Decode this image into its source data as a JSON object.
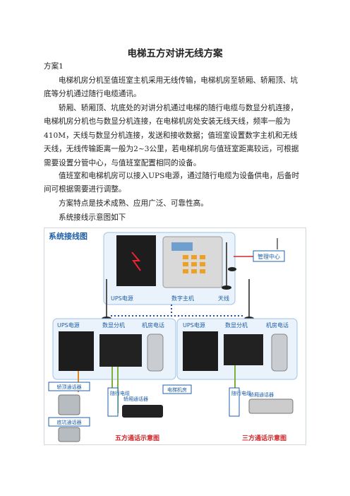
{
  "doc": {
    "title": "电梯五方对讲无线方案",
    "scheme_label": "方案1",
    "p1": "电梯机房分机至值班室主机采用无线传输，电梯机房至轿厢、轿厢顶、坑底等分机通过随行电缆通讯。",
    "p2": "轿厢、轿厢顶、坑底处的对讲分机通过电梯的随行电缆与数显分机连接，电梯机房分机也与数显分机连接，在电梯机房处安装无线天线，频率一般为410M，天线与数显分机连接，发送和接收数据；值班室设置数字主机和无线天线，无线传输距离一般为2~3公里，若电梯机房与值班室距离较远，可根据需要设置分管中心，与值班室配置相同的设备。",
    "p3": "值班室和电梯机房可以接入UPS电源，通过随行电缆为设备供电，后备时间可根据需要进行调整。",
    "p4": "方案特点是技术成熟、应用广泛、可靠性高。",
    "p5": "系统接线示意图如下"
  },
  "diagram": {
    "header": "系统接线图",
    "top": {
      "ups": "UPS电源",
      "host": "数字主机",
      "antenna": "天线",
      "mgmt": "管理中心"
    },
    "left": {
      "ups": "UPS电源",
      "display": "数显分机",
      "phone": "机房电话",
      "car_top": "轿顶通话器",
      "pit": "底坑通话器",
      "cable": "随行电缆",
      "car": "轿厢通话器"
    },
    "right": {
      "ups": "UPS电源",
      "display": "数显分机",
      "phone": "机房电话",
      "cable": "随行电缆",
      "car": "轿厢通话器"
    },
    "machine_room": "电梯机房",
    "five": "五方通话示意图",
    "three": "三方通话示意图"
  },
  "colors": {
    "panel": "#eaf2fb",
    "border": "#9fc3e6",
    "blue": "#1f5fa8",
    "red": "#d1262a",
    "dot": "#2a4fa0"
  }
}
